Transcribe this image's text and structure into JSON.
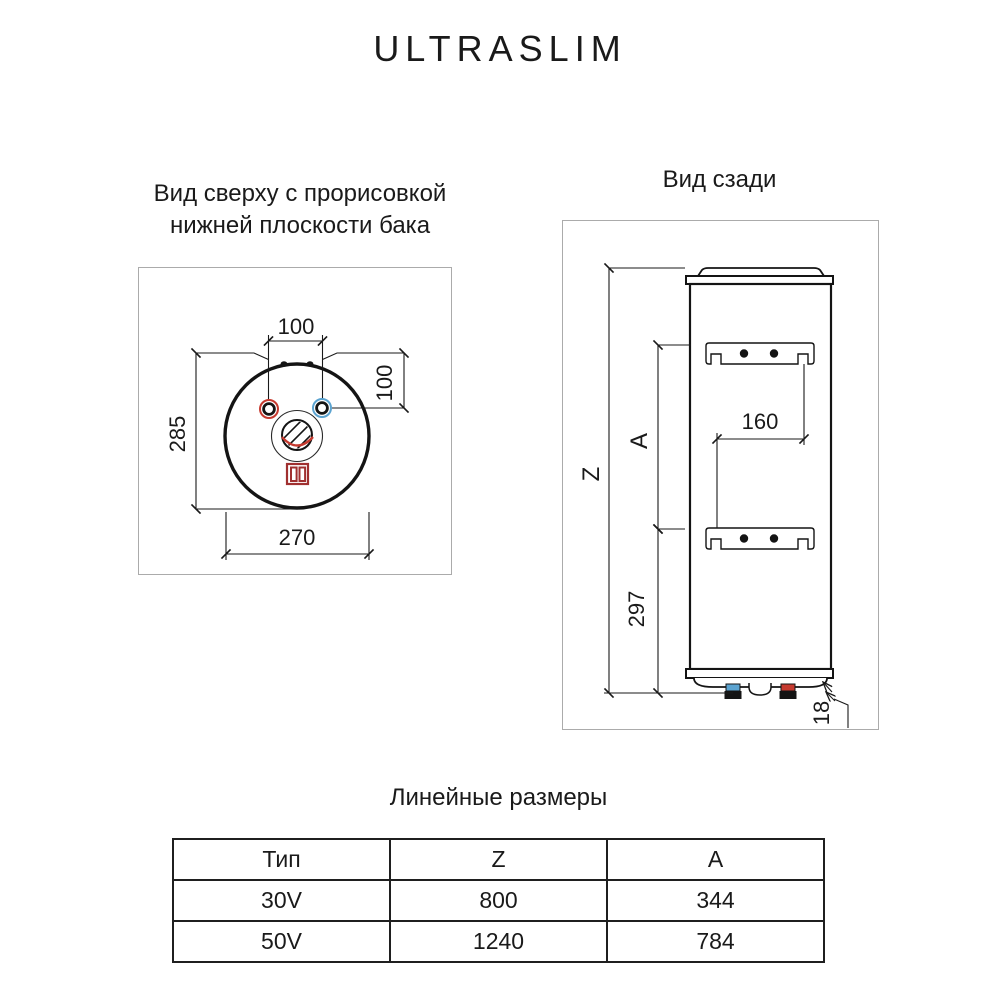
{
  "title": "ULTRASLIM",
  "top_view": {
    "caption_line1": "Вид сверху с прорисовкой",
    "caption_line2": "нижней плоскости бака",
    "dim_ports_width": "100",
    "dim_ports_depth": "100",
    "dim_tank_depth": "285",
    "dim_tank_width": "270"
  },
  "rear_view": {
    "caption": "Вид сзади",
    "dim_total_height": "Z",
    "dim_bracket_span": "A",
    "dim_lower_bracket_offset": "297",
    "dim_slot_spacing": "160",
    "dim_bottom_gap": "18"
  },
  "dimensions_table": {
    "caption": "Линейные размеры",
    "col_headers": [
      "Тип",
      "Z",
      "A"
    ],
    "rows": [
      {
        "type": "30V",
        "z": "800",
        "a": "344"
      },
      {
        "type": "50V",
        "z": "1240",
        "a": "784"
      }
    ]
  },
  "colors": {
    "line": "#1a1a1a",
    "frame": "#ababab",
    "hot_marker": "#c63a2f",
    "cold_marker": "#5ba3d0",
    "terminal_red": "#a03030"
  }
}
